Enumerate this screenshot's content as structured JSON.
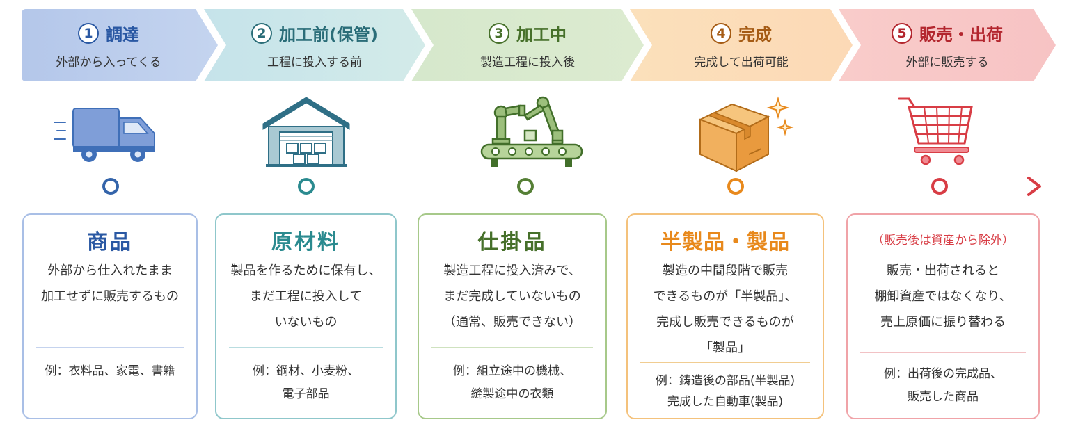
{
  "colors": {
    "blue": "#2a58a3",
    "teal": "#2a8a8f",
    "green": "#557f35",
    "orange": "#e8891c",
    "red": "#d83d45"
  },
  "stages": [
    {
      "num": "1",
      "title": "調達",
      "subtitle": "外部から入ってくる",
      "icon": "delivery-truck-icon"
    },
    {
      "num": "2",
      "title": "加工前(保管)",
      "subtitle": "工程に投入する前",
      "icon": "warehouse-icon"
    },
    {
      "num": "3",
      "title": "加工中",
      "subtitle": "製造工程に投入後",
      "icon": "robot-arm-conveyor-icon"
    },
    {
      "num": "4",
      "title": "完成",
      "subtitle": "完成して出荷可能",
      "icon": "box-sparkle-icon"
    },
    {
      "num": "5",
      "title": "販売・出荷",
      "subtitle": "外部に販売する",
      "icon": "shopping-cart-icon"
    }
  ],
  "cards": [
    {
      "title": "商品",
      "desc": [
        "外部から仕入れたまま",
        "加工せずに販売するもの"
      ],
      "example": [
        "例：衣料品、家電、書籍"
      ]
    },
    {
      "title": "原材料",
      "desc": [
        "製品を作るために保有し、",
        "まだ工程に投入して",
        "いないもの"
      ],
      "example": [
        "例：鋼材、小麦粉、",
        "電子部品"
      ]
    },
    {
      "title": "仕掛品",
      "desc": [
        "製造工程に投入済みで、",
        "まだ完成していないもの",
        "（通常、販売できない）"
      ],
      "example": [
        "例：組立途中の機械、",
        "縫製途中の衣類"
      ]
    },
    {
      "title": "半製品・製品",
      "desc": [
        "製造の中間段階で販売",
        "できるものが「半製品」、",
        "完成し販売できるものが",
        "「製品」"
      ],
      "example": [
        "例：鋳造後の部品(半製品)",
        "完成した自動車(製品)"
      ]
    },
    {
      "title": "（販売後は資産から除外）",
      "desc": [
        "販売・出荷されると",
        "棚卸資産ではなくなり、",
        "売上原価に振り替わる"
      ],
      "example": [
        "例：出荷後の完成品、",
        "販売した商品"
      ]
    }
  ]
}
